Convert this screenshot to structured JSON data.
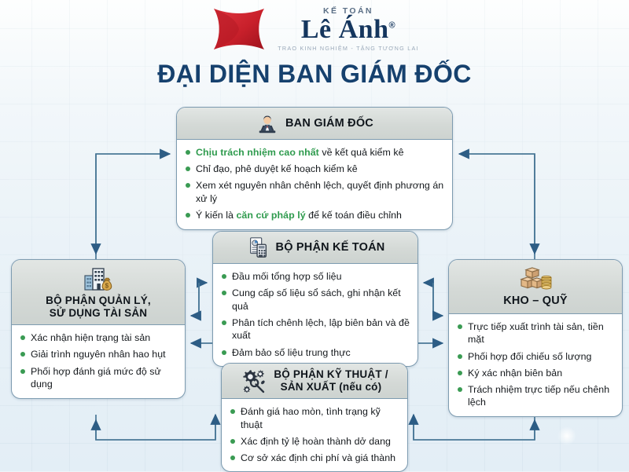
{
  "brand": {
    "kicker": "KẾ TOÁN",
    "name": "Lê Ánh",
    "registered": "®",
    "slogan": "TRAO KINH NGHIỆM - TẶNG TƯƠNG LAI",
    "logo_icon": "le-anh-bowtie-logo",
    "mark_color": "#c8202b",
    "name_color": "#15365e"
  },
  "page": {
    "title": "ĐẠI DIỆN BAN GIÁM ĐỐC",
    "title_color": "#16416e",
    "background_color": "#eef4f8",
    "accent_green": "#3a9b53",
    "connector_color": "#3f6d91"
  },
  "nodes": {
    "board": {
      "title": "BAN GIÁM ĐỐC",
      "icon": "executive-person-icon",
      "bullets": [
        {
          "highlight": "Chịu trách nhiệm cao nhất",
          "text": " về kết quả kiểm kê"
        },
        {
          "highlight": "",
          "text": "Chỉ đạo, phê duyệt kế hoạch kiểm kê"
        },
        {
          "highlight": "",
          "text": "Xem xét nguyên nhân chênh lệch, quyết định phương án xử lý"
        },
        {
          "prefix": "Ý kiến là ",
          "highlight": "căn cứ pháp lý",
          "text": " để kế toán điều chỉnh"
        }
      ]
    },
    "accounting": {
      "title": "BỘ PHẬN KẾ TOÁN",
      "icon": "report-calculator-icon",
      "bullets": [
        {
          "text": "Đầu mối tổng hợp số liệu"
        },
        {
          "text": "Cung cấp số liệu sổ sách, ghi nhận kết quả"
        },
        {
          "text": "Phân tích chênh lệch, lập biên bản và đề xuất"
        },
        {
          "text": "Đảm bảo số liệu trung thực"
        }
      ]
    },
    "asset": {
      "title": "BỘ PHẬN QUẢN LÝ,\nSỬ DỤNG TÀI SẢN",
      "icon": "buildings-money-icon",
      "bullets": [
        {
          "text": "Xác nhận hiện trạng tài sản"
        },
        {
          "text": "Giải trình nguyên nhân hao hụt"
        },
        {
          "text": "Phối hợp đánh giá mức độ sử dụng"
        }
      ]
    },
    "store": {
      "title": "KHO – QUỸ",
      "icon": "boxes-coins-icon",
      "bullets": [
        {
          "text": "Trực tiếp xuất trình tài sản, tiền mặt"
        },
        {
          "text": "Phối hợp đối chiếu số lượng"
        },
        {
          "text": "Ký xác nhận biên bản"
        },
        {
          "text": "Trách nhiệm trực tiếp nếu chênh lệch"
        }
      ]
    },
    "technical": {
      "title": "BỘ PHẬN KỸ THUẬT /\nSẢN XUẤT (nếu có)",
      "icon": "gear-wrench-icon",
      "bullets": [
        {
          "text": "Đánh giá hao mòn, tình trạng kỹ thuật"
        },
        {
          "text": "Xác định tỷ lệ hoàn thành dở dang"
        },
        {
          "text": "Cơ sở xác định chi phí và giá thành"
        }
      ]
    }
  }
}
